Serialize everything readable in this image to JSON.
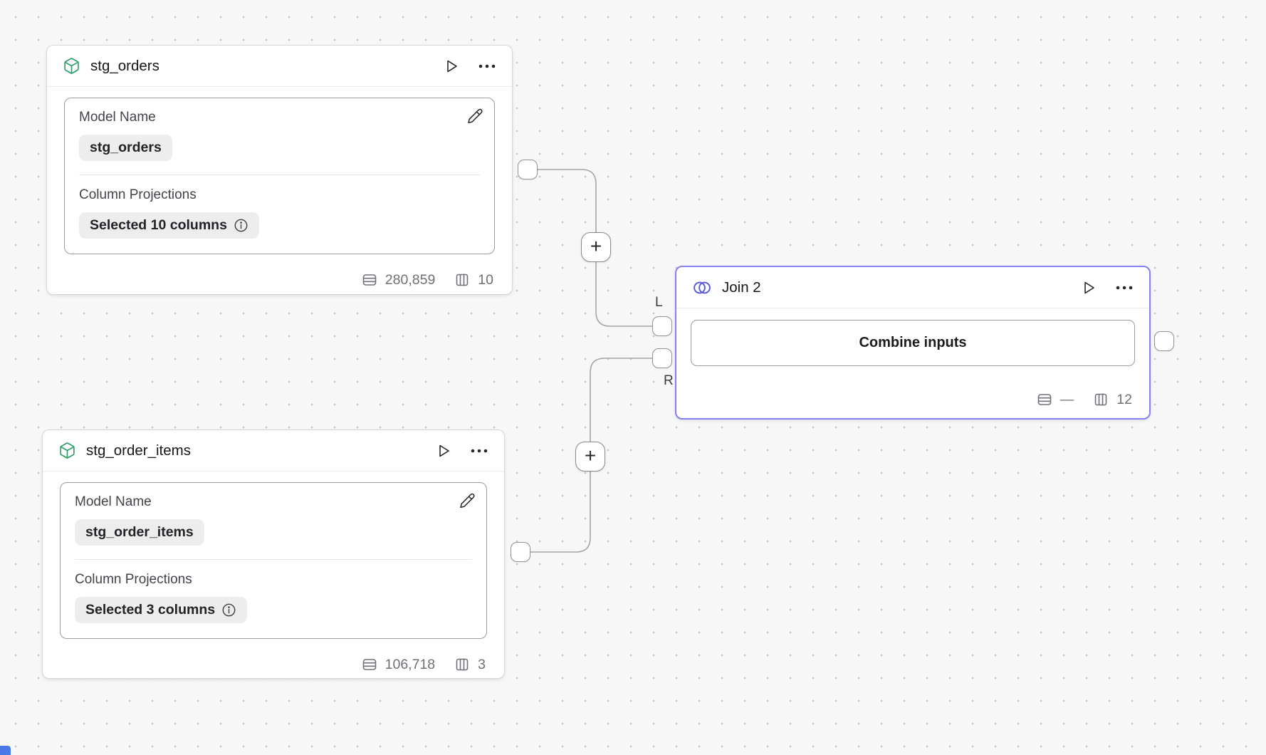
{
  "model_nodes": [
    {
      "title": "stg_orders",
      "model_name_label": "Model Name",
      "model_name_value": "stg_orders",
      "projections_label": "Column Projections",
      "projections_value": "Selected 10 columns",
      "row_count": "280,859",
      "column_count": "10"
    },
    {
      "title": "stg_order_items",
      "model_name_label": "Model Name",
      "model_name_value": "stg_order_items",
      "projections_label": "Column Projections",
      "projections_value": "Selected 3 columns",
      "row_count": "106,718",
      "column_count": "3"
    }
  ],
  "join_node": {
    "title": "Join 2",
    "action_label": "Combine inputs",
    "row_count": "—",
    "column_count": "12"
  },
  "edges": {
    "left_port_label": "L",
    "right_port_label": "R",
    "add_step_label": "+"
  },
  "icons": {
    "cube-icon": "green 3d package outline",
    "join-icon": "two overlapping indigo circles (venn)",
    "play-icon": "outlined triangle ▷",
    "ellipsis-icon": "⋯",
    "edit-icon": "pencil ✎",
    "info-icon": "ⓘ",
    "rows-icon": "stacked horizontal rows",
    "columns-icon": "three vertical columns"
  },
  "colors": {
    "canvas_bg": "#f7f7f8",
    "grid_dot": "#c5c5c8",
    "node_border": "#d7d7da",
    "inner_card_border": "#9b9ba0",
    "join_accent": "#8680f3",
    "model_icon_green": "#2f9e68",
    "join_icon_indigo": "#5558dd",
    "badge_bg": "#ededee",
    "stat_text": "#71717a",
    "edge_line": "#a5a5a9",
    "corner_fragment_blue": "#4a79e8"
  }
}
